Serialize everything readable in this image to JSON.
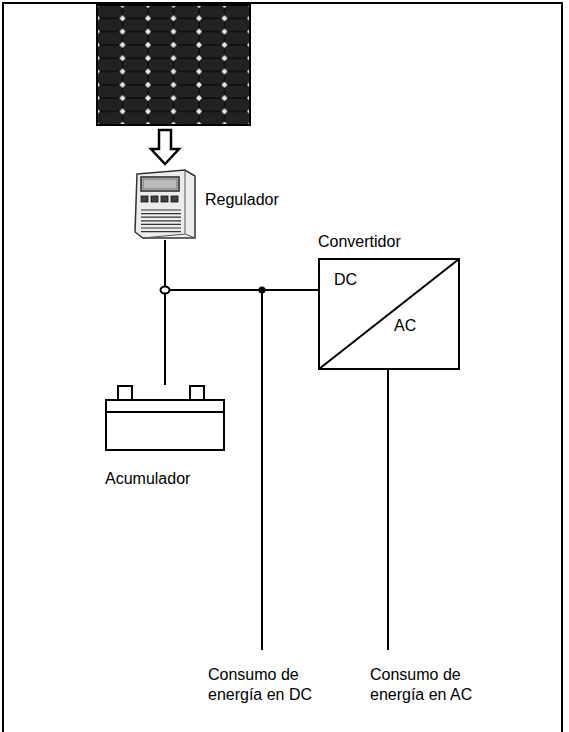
{
  "diagram": {
    "nodes": [
      {
        "text": [
          "Regulador"
        ]
      },
      {
        "text": [
          "Acumulador"
        ]
      },
      {
        "text": [
          "Convertidor",
          "DC",
          "AC"
        ]
      }
    ],
    "edges": [
      {
        "from": 0,
        "to": 1,
        "arrow": "none"
      },
      {
        "from": 0,
        "to": 2,
        "arrow": "none"
      },
      {
        "from": 1,
        "to": 2,
        "arrow": "none"
      }
    ],
    "labels": [
      "Consumo de energía en DC",
      "Consumo de energía en AC"
    ]
  }
}
